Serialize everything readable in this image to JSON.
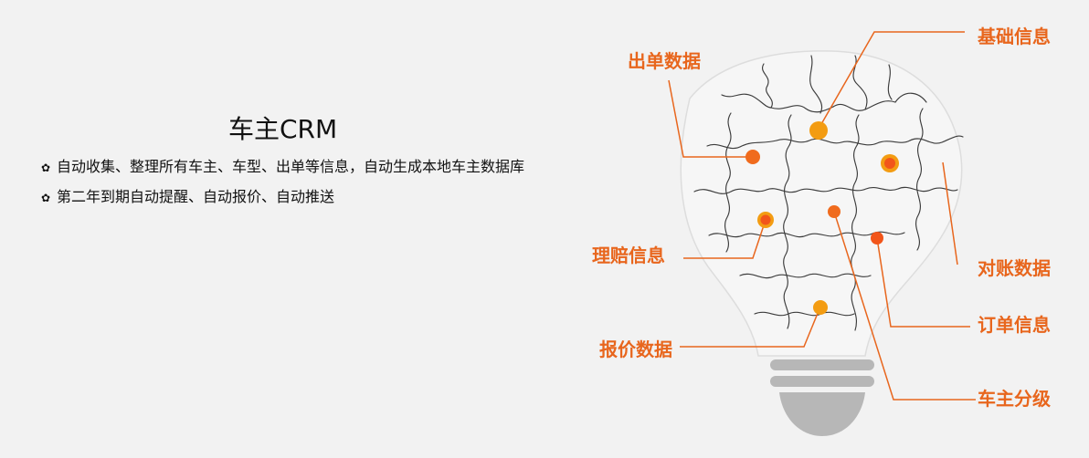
{
  "left_panel": {
    "title": "车主CRM",
    "items": [
      {
        "icon": "gear-icon",
        "text": "自动收集、整理所有车主、车型、出单等信息，自动生成本地车主数据库"
      },
      {
        "icon": "gear-icon",
        "text": "第二年到期自动提醒、自动报价、自动推送"
      }
    ]
  },
  "illustration": {
    "labels": [
      {
        "id": "chudan",
        "text": "出单数据"
      },
      {
        "id": "jichu",
        "text": "基础信息"
      },
      {
        "id": "duizhang",
        "text": "对账数据"
      },
      {
        "id": "lipei",
        "text": "理赔信息"
      },
      {
        "id": "dingdan",
        "text": "订单信息"
      },
      {
        "id": "baojia",
        "text": "报价数据"
      },
      {
        "id": "chezhu",
        "text": "车主分级"
      }
    ],
    "colors": {
      "accent": "#e8661d",
      "dot_orange": "#f39c12",
      "dot_red": "#f2551a",
      "bulb_fill": "#f6f6f6",
      "puzzle_line": "#3c3c3c",
      "base_gray": "#b7b7b7"
    }
  }
}
